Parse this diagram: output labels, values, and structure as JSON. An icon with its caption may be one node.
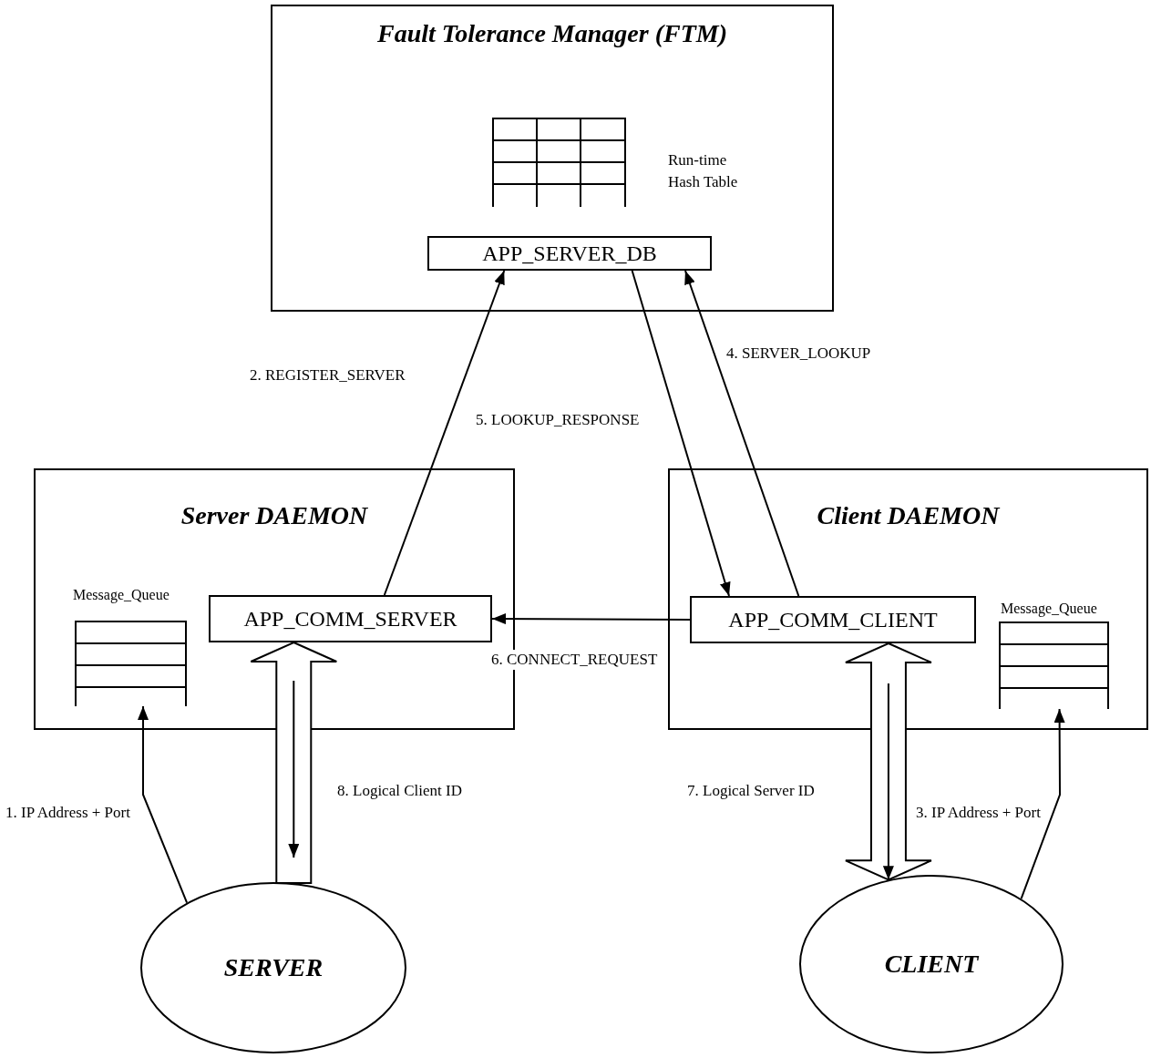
{
  "diagram": {
    "nodes": [
      {
        "text": [
          "Fault Tolerance Manager (FTM)"
        ]
      },
      {
        "text": [
          "APP_SERVER_DB"
        ],
        "in": 0
      },
      {
        "text": [
          "Server DAEMON"
        ]
      },
      {
        "text": [],
        "shape": "box",
        "in": 2,
        "beside": [
          "Message_Queue"
        ]
      },
      {
        "text": [
          "APP_COMM_SERVER"
        ],
        "in": 2
      },
      {
        "text": [
          "Client DAEMON"
        ]
      },
      {
        "text": [
          "APP_COMM_CLIENT"
        ],
        "in": 5
      },
      {
        "text": [],
        "shape": "box",
        "in": 5,
        "beside": [
          "Message_Queue"
        ]
      },
      {
        "text": [
          "SERVER"
        ]
      },
      {
        "text": [
          "CLIENT"
        ]
      }
    ],
    "edges": [
      {
        "from": 8,
        "to": 3,
        "arrow": "to",
        "label": "1. IP Address + Port"
      },
      {
        "from": 4,
        "to": 1,
        "arrow": "to",
        "label": "2. REGISTER_SERVER"
      },
      {
        "from": 9,
        "to": 7,
        "arrow": "to",
        "label": "3. IP Address + Port"
      },
      {
        "from": 6,
        "to": 1,
        "arrow": "to",
        "label": "4. SERVER_LOOKUP"
      },
      {
        "from": 1,
        "to": 6,
        "arrow": "to",
        "label": "5. LOOKUP_RESPONSE"
      },
      {
        "from": 6,
        "to": 4,
        "arrow": "to",
        "label": "6. CONNECT_REQUEST"
      },
      {
        "from": 9,
        "to": 6,
        "arrow": "both",
        "style": "thick"
      },
      {
        "from": 6,
        "to": 9,
        "arrow": "to",
        "label": "7. Logical Server ID"
      },
      {
        "from": 8,
        "to": 4,
        "arrow": "to",
        "style": "thick"
      },
      {
        "from": 4,
        "to": 8,
        "arrow": "to",
        "label": "8. Logical Client ID"
      }
    ],
    "labels": [
      "Run-time Hash Table"
    ]
  }
}
